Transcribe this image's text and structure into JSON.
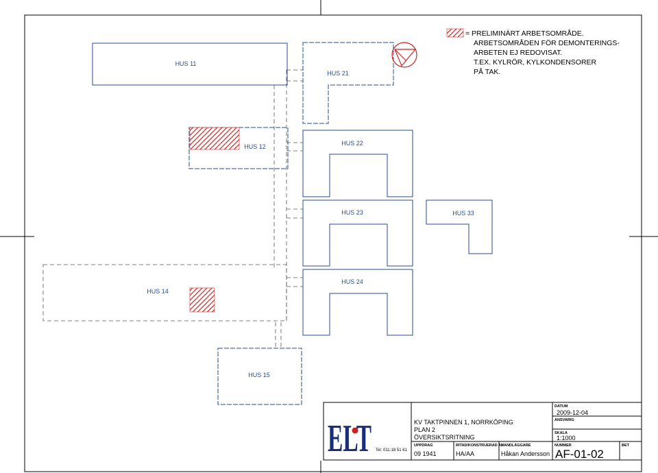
{
  "legend": {
    "lines": [
      "= PRELIMINÄRT ARBETSOMRÅDE.",
      "ARBETSOMRÅDEN FÖR DEMONTERINGS-",
      "ARBETEN EJ REDOVISAT.",
      "T.EX. KYLRÖR, KYLKONDENSORER",
      "PÅ TAK."
    ]
  },
  "buildings": {
    "hus11": "HUS 11",
    "hus21": "HUS 21",
    "hus12": "HUS 12",
    "hus22": "HUS 22",
    "hus23": "HUS 23",
    "hus33": "HUS 33",
    "hus14": "HUS 14",
    "hus24": "HUS 24",
    "hus15": "HUS 15"
  },
  "title_block": {
    "logo_text": "ELT",
    "phone": "Tel: 011-18 51 61",
    "project_lines": [
      "KV TAKTPINNEN 1, NORRKÖPING",
      "PLAN 2",
      "ÖVERSIKTSRITNING"
    ],
    "uppdrag_label": "UPPDRAG",
    "uppdrag_value": "09 1941",
    "ritad_label": "RITAD/KONSTRUERAD AV",
    "ritad_value": "HA/AA",
    "handlaggare_label": "HANDLÄGGARE",
    "handlaggare_value": "Håkan Andersson",
    "datum_label": "DATUM",
    "datum_value": "2009-12-04",
    "ansvarig_label": "ANSVARIG",
    "ansvarig_value": "",
    "skala_label": "SKALA",
    "skala_value": "1:1000",
    "nummer_label": "NUMMER",
    "nummer_value": "AF-01-02",
    "bet_label": "BET",
    "bet_value": ""
  },
  "colors": {
    "building_outline": "#2a4a8c",
    "hatch": "#cc2222",
    "frame": "#000000"
  }
}
